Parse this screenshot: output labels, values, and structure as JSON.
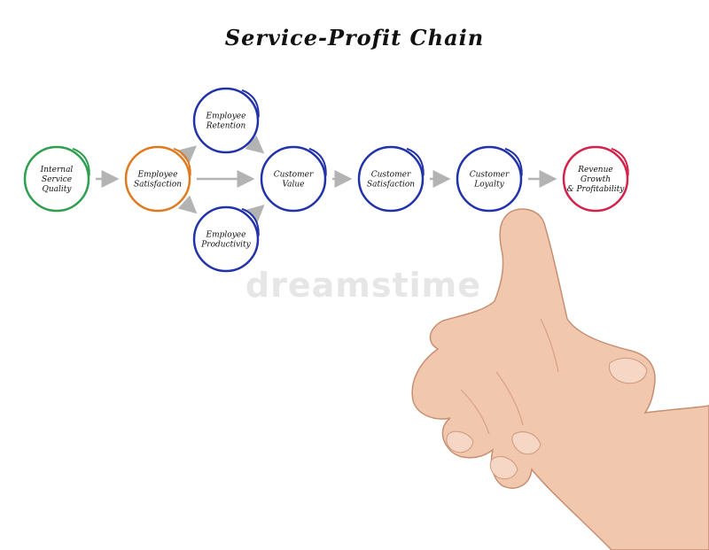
{
  "title": "Service-Profit Chain",
  "watermark": "dreamstime",
  "colors": {
    "green": "#2e9e4f",
    "orange": "#e07a1f",
    "blue": "#2233aa",
    "red": "#d4234a",
    "arrow": "#b3b3b3"
  },
  "nodes": [
    {
      "id": "internal-service-quality",
      "lines": [
        "Internal",
        "Service",
        "Quality"
      ],
      "color": "green"
    },
    {
      "id": "employee-satisfaction",
      "lines": [
        "Employee",
        "Satisfaction"
      ],
      "color": "orange"
    },
    {
      "id": "employee-retention",
      "lines": [
        "Employee",
        "Retention"
      ],
      "color": "blue"
    },
    {
      "id": "employee-productivity",
      "lines": [
        "Employee",
        "Productivity"
      ],
      "color": "blue"
    },
    {
      "id": "customer-value",
      "lines": [
        "Customer",
        "Value"
      ],
      "color": "blue"
    },
    {
      "id": "customer-satisfaction",
      "lines": [
        "Customer",
        "Satisfaction"
      ],
      "color": "blue"
    },
    {
      "id": "customer-loyalty",
      "lines": [
        "Customer",
        "Loyalty"
      ],
      "color": "blue"
    },
    {
      "id": "revenue-growth-profitability",
      "lines": [
        "Revenue",
        "Growth",
        "& Profitability"
      ],
      "color": "red"
    }
  ],
  "edges": [
    {
      "from": "internal-service-quality",
      "to": "employee-satisfaction"
    },
    {
      "from": "employee-satisfaction",
      "to": "employee-retention"
    },
    {
      "from": "employee-satisfaction",
      "to": "employee-productivity"
    },
    {
      "from": "employee-satisfaction",
      "to": "customer-value"
    },
    {
      "from": "employee-retention",
      "to": "customer-value"
    },
    {
      "from": "employee-productivity",
      "to": "customer-value"
    },
    {
      "from": "customer-value",
      "to": "customer-satisfaction"
    },
    {
      "from": "customer-satisfaction",
      "to": "customer-loyalty"
    },
    {
      "from": "customer-loyalty",
      "to": "revenue-growth-profitability"
    }
  ]
}
